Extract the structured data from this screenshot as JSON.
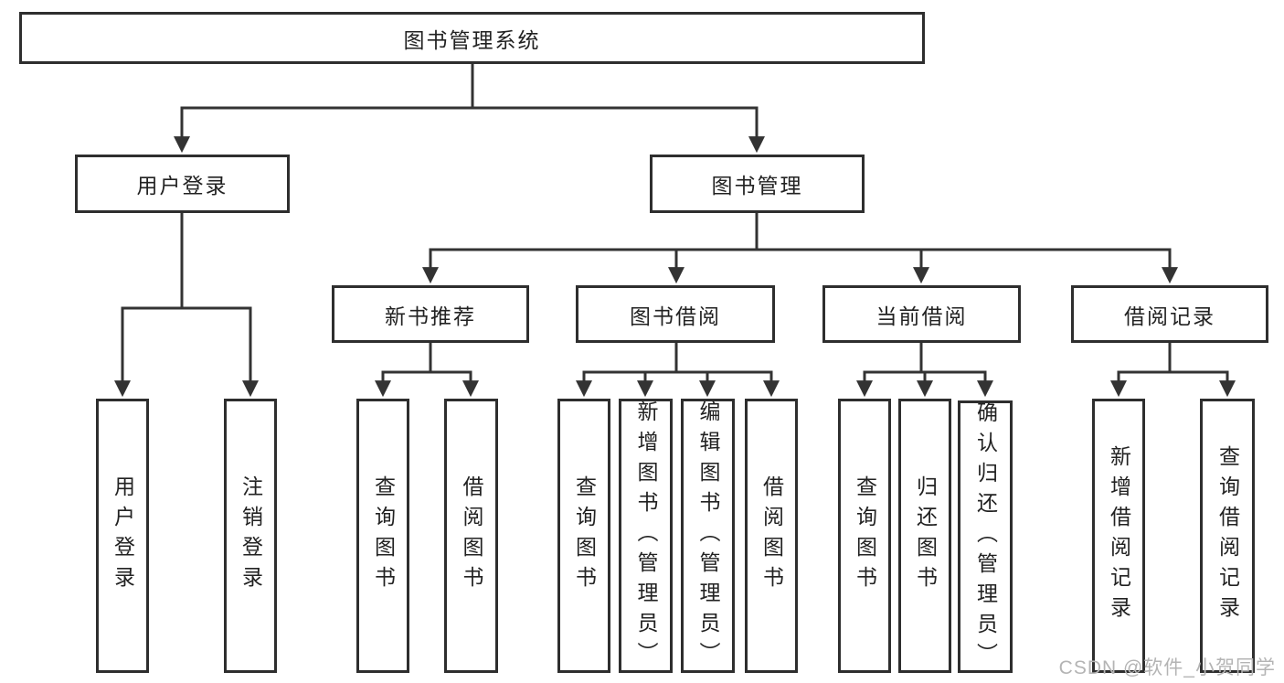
{
  "tree": {
    "root": {
      "label": "图书管理系统"
    },
    "level2": {
      "user_login": {
        "label": "用户登录",
        "children": [
          "用户登录",
          "注销登录"
        ]
      },
      "book_mgmt": {
        "label": "图书管理"
      }
    },
    "level3": {
      "new_book_rec": {
        "label": "新书推荐",
        "children": [
          "查询图书",
          "借阅图书"
        ]
      },
      "book_borrow": {
        "label": "图书借阅",
        "children": [
          "查询图书",
          "新增图书（管理员）",
          "编辑图书（管理员）",
          "借阅图书"
        ]
      },
      "current_borrow": {
        "label": "当前借阅",
        "children": [
          "查询图书",
          "归还图书",
          "确认归还（管理员）"
        ]
      },
      "borrow_records": {
        "label": "借阅记录",
        "children": [
          "新增借阅记录",
          "查询借阅记录"
        ]
      }
    }
  },
  "watermark": {
    "text": "CSDN @软件_小贺同学"
  },
  "colors": {
    "line": "#333333",
    "box_border": "#2e2e2e",
    "text": "#222222",
    "watermark": "#b4b4b4",
    "background": "#ffffff"
  }
}
